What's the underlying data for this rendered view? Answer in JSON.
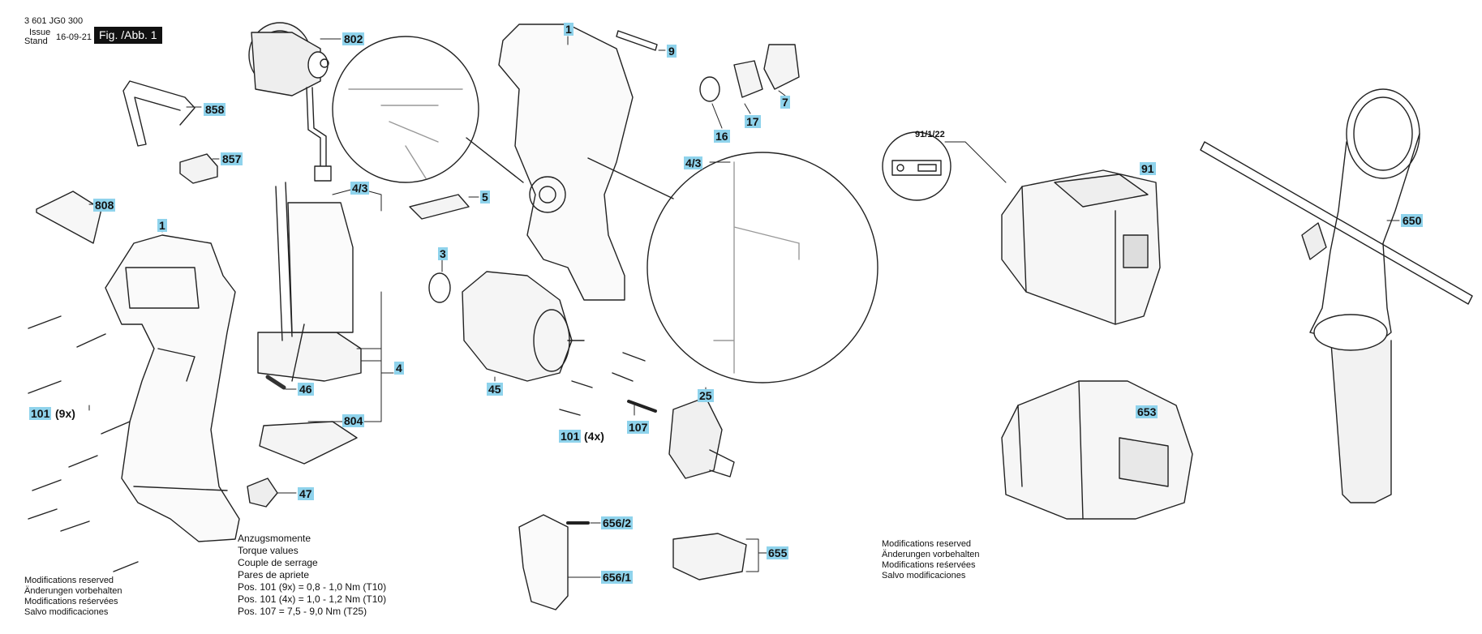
{
  "header": {
    "doc_number": "3 601 JG0 300",
    "issue_label": "Issue",
    "stand_label": "Stand",
    "date": "16-09-21",
    "figure_label": "Fig. /Abb. 1"
  },
  "callouts": {
    "p802": "802",
    "p858": "858",
    "p857": "857",
    "p808": "808",
    "p1_left": "1",
    "p43_left": "4/3",
    "p5": "5",
    "p4": "4",
    "p46": "46",
    "p804": "804",
    "p47": "47",
    "p101_left": "101",
    "p101_left_qty": "(9x)",
    "p1_top": "1",
    "p9": "9",
    "p7": "7",
    "p17": "17",
    "p16": "16",
    "p3": "3",
    "p45": "45",
    "p101_mid": "101",
    "p101_mid_qty": "(4x)",
    "p107": "107",
    "p25": "25",
    "p43_right": "4/3",
    "p656_2": "656/2",
    "p656_1": "656/1",
    "p655": "655",
    "p91122": "91/1/22",
    "p91": "91",
    "p650": "650",
    "p653": "653"
  },
  "notes_left": [
    "Modifications reserved",
    "Änderungen vorbehalten",
    "Modifications reśervées",
    "Salvo modificaciones"
  ],
  "notes_right": [
    "Modifications reserved",
    "Änderungen vorbehalten",
    "Modifications reśervées",
    "Salvo modificaciones"
  ],
  "torque": {
    "lines": [
      "Anzugsmomente",
      "Torque values",
      "Couple de serrage",
      "Pares de apriete",
      "Pos. 101 (9x) = 0,8 - 1,0 Nm (T10)",
      "Pos. 101 (4x) = 1,0 - 1,2 Nm (T10)",
      "Pos. 107 = 7,5 - 9,0 Nm (T25)"
    ]
  }
}
